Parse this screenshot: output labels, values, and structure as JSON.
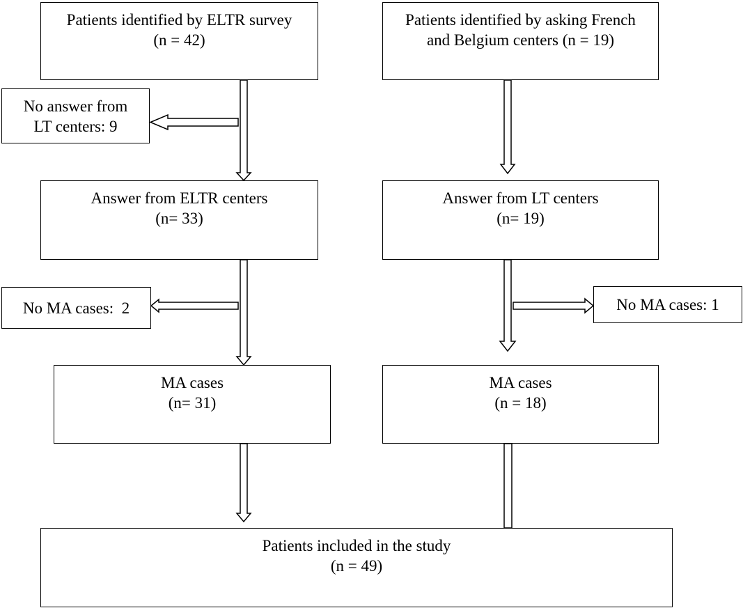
{
  "boxes": {
    "eltr_survey": {
      "line1": "Patients identified by ELTR survey",
      "line2": "(n = 42)"
    },
    "french_belgium": {
      "line1": "Patients identified by asking French",
      "line2": "and Belgium centers (n = 19)"
    },
    "no_answer": {
      "line1": "No answer from",
      "line2": "LT centers: 9"
    },
    "answer_eltr": {
      "line1": "Answer from ELTR centers",
      "line2": "(n= 33)"
    },
    "answer_lt": {
      "line1": "Answer from LT centers",
      "line2": "(n= 19)"
    },
    "no_ma_left": {
      "line1": "No MA cases:  2"
    },
    "no_ma_right": {
      "line1": "No MA cases: 1"
    },
    "ma_left": {
      "line1": "MA cases",
      "line2": "(n= 31)"
    },
    "ma_right": {
      "line1": "MA cases",
      "line2": "(n = 18)"
    },
    "included": {
      "line1": "Patients included in the study",
      "line2": "(n = 49)"
    }
  }
}
